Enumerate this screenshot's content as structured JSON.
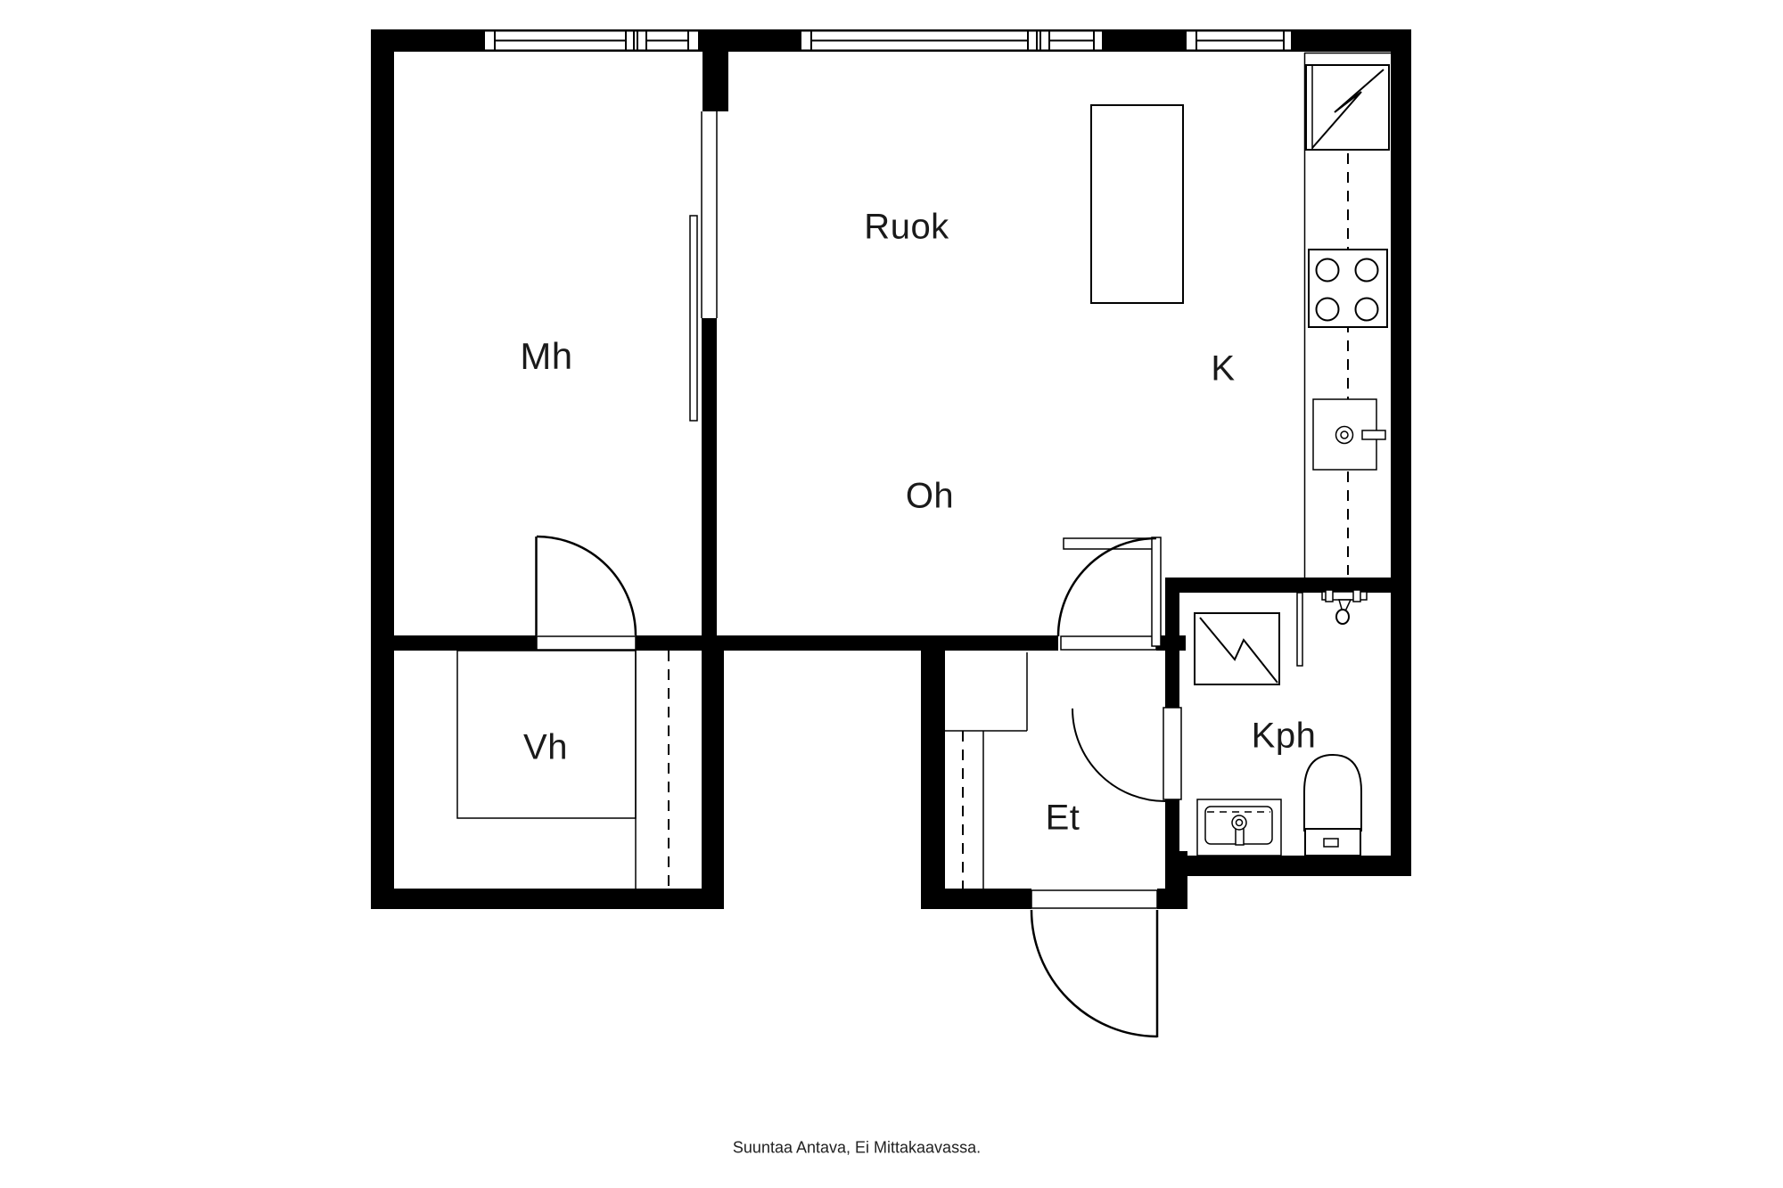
{
  "colors": {
    "background": "#ffffff",
    "walls": "#000000",
    "lines": "#000000",
    "text": "#1a1a1a"
  },
  "rooms": [
    {
      "id": "mh",
      "label": "Mh"
    },
    {
      "id": "ruok",
      "label": "Ruok"
    },
    {
      "id": "oh",
      "label": "Oh"
    },
    {
      "id": "k",
      "label": "K"
    },
    {
      "id": "vh",
      "label": "Vh"
    },
    {
      "id": "et",
      "label": "Et"
    },
    {
      "id": "kph",
      "label": "Kph"
    }
  ],
  "caption": "Suuntaa Antava, Ei Mittakaavassa.",
  "fixtures": [
    "fridge-icon",
    "stove-icon",
    "kitchen-sink-icon",
    "dining-table-icon",
    "washing-machine-icon",
    "shower-icon",
    "toilet-icon",
    "bathroom-sink-icon",
    "wardrobe-icon",
    "door-swing-icon",
    "sliding-door-icon",
    "window-icon"
  ]
}
